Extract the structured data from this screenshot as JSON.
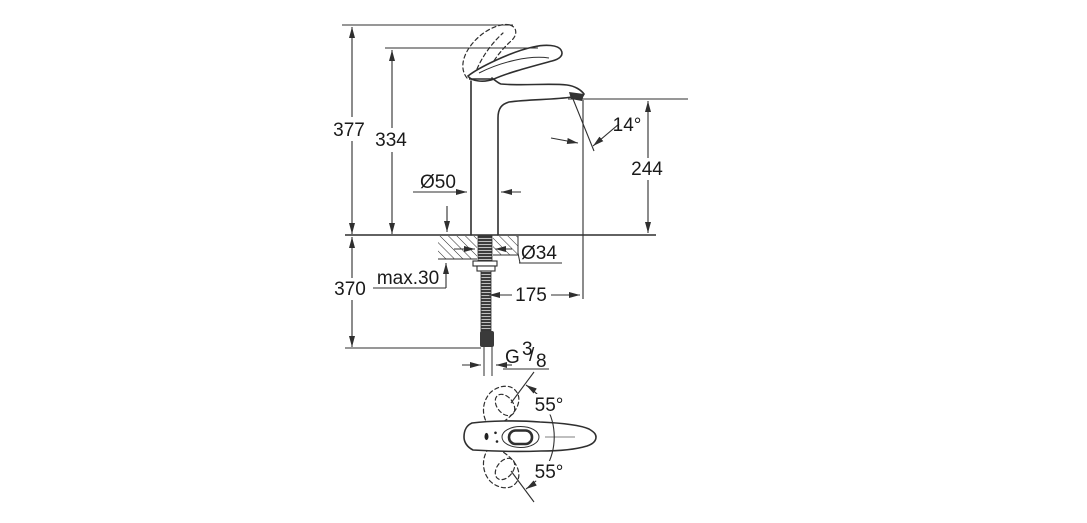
{
  "drawing": {
    "colors": {
      "line": "#2f2f2f",
      "text": "#1a1a1a",
      "dark_fill": "#3a3a3a",
      "centerline_gray": "#999999",
      "background": "#ffffff"
    },
    "front_view": {
      "dim_total_height": "377",
      "dim_height_to_handle": "334",
      "dim_body_diameter": "Ø50",
      "dim_outlet_height": "244",
      "dim_stream_angle": "14°",
      "dim_hole_diameter": "Ø34",
      "dim_max_counter_thickness": "max.30",
      "dim_under_counter_depth": "370",
      "dim_spout_projection": "175",
      "thread": {
        "letter": "G",
        "numerator": "3",
        "slash": "/",
        "denominator": "8"
      }
    },
    "top_view": {
      "dim_handle_swing_up": "55°",
      "dim_handle_swing_down": "55°"
    }
  }
}
